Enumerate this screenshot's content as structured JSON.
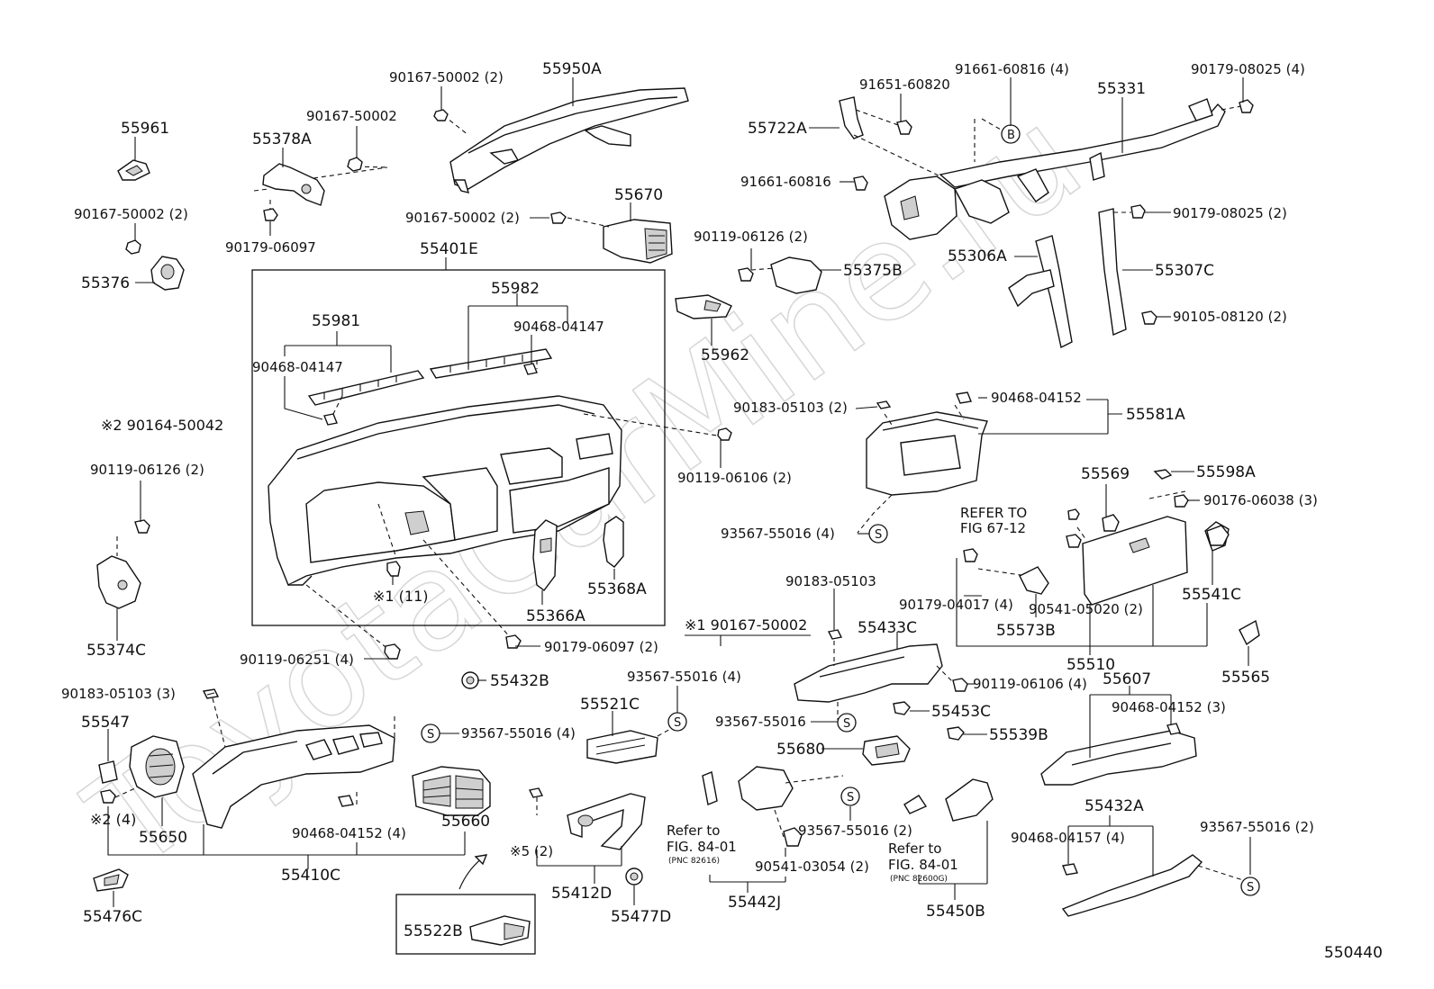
{
  "page": {
    "figure_number": "550440",
    "watermark": "ToyotaCarMine.ru"
  },
  "labels": {
    "p55961": "55961",
    "p90167_50002_2a": "90167-50002 (2)",
    "p55376": "55376",
    "p55378A": "55378A",
    "p90167_50002a": "90167-50002",
    "p90179_06097a": "90179-06097",
    "p90167_50002_2b": "90167-50002 (2)",
    "p55950A": "55950A",
    "p90167_50002_2c": "90167-50002 (2)",
    "p55670": "55670",
    "p55401E": "55401E",
    "p55982": "55982",
    "p55981": "55981",
    "p90468_04147a": "90468-04147",
    "p90468_04147b": "90468-04147",
    "p91651_60820": "91651-60820",
    "p91661_60816_4": "91661-60816 (4)",
    "p55331": "55331",
    "p90179_08025_4": "90179-08025 (4)",
    "p55722A": "55722A",
    "p91661_60816": "91661-60816",
    "p90179_08025_2": "90179-08025 (2)",
    "p55306A": "55306A",
    "p55307C": "55307C",
    "p90105_08120_2": "90105-08120 (2)",
    "p90119_06126_2a": "90119-06126 (2)",
    "p55375B": "55375B",
    "p55962": "55962",
    "p90164_50042": "※2 90164-50042",
    "p90119_06126_2b": "90119-06126 (2)",
    "p55374C": "55374C",
    "p90183_05103_2": "90183-05103 (2)",
    "p90468_04152a": "90468-04152",
    "p55581A": "55581A",
    "p90119_06106_2": "90119-06106 (2)",
    "p93567_55016_4a": "93567-55016 (4)",
    "p55569": "55569",
    "p55598A": "55598A",
    "p90176_06038_3": "90176-06038 (3)",
    "p_refer_67_1": "REFER TO",
    "p_refer_67_2": "FIG 67-12",
    "p55366A": "55366A",
    "p55368A": "55368A",
    "p_mark1_11": "※1 (11)",
    "p90183_05103": "90183-05103",
    "p90179_04017_4": "90179-04017 (4)",
    "p90541_05020_2": "90541-05020 (2)",
    "p55541C": "55541C",
    "p55573B": "55573B",
    "p55510": "55510",
    "p55565": "55565",
    "p_mark1_90167": "※1 90167-50002",
    "p55433C": "55433C",
    "p90119_06251_4": "90119-06251 (4)",
    "p90179_06097_2": "90179-06097 (2)",
    "p55432B": "55432B",
    "p93567_55016_4b": "93567-55016 (4)",
    "p90119_06106_4": "90119-06106 (4)",
    "p55607": "55607",
    "p90468_04152_3": "90468-04152 (3)",
    "p90183_05103_3": "90183-05103 (3)",
    "p55521C": "55521C",
    "p93567_55016a": "93567-55016",
    "p55453C": "55453C",
    "p55547": "55547",
    "p93567_55016_4c": "93567-55016 (4)",
    "p55680": "55680",
    "p55539B": "55539B",
    "p_mark2_4": "※2 (4)",
    "p55650": "55650",
    "p90468_04152_4": "90468-04152 (4)",
    "p55660": "55660",
    "p_mark5_2": "※5 (2)",
    "p_refer_84_1a": "Refer to",
    "p_refer_84_2a": "FIG. 84-01",
    "p_refer_84_3a": "(PNC 82616)",
    "p93567_55016_2a": "93567-55016 (2)",
    "p90541_03054_2": "90541-03054 (2)",
    "p_refer_84_1b": "Refer to",
    "p_refer_84_2b": "FIG. 84-01",
    "p_refer_84_3b": "(PNC 82600G)",
    "p55432A": "55432A",
    "p90468_04157_4": "90468-04157 (4)",
    "p93567_55016_2b": "93567-55016 (2)",
    "p55410C": "55410C",
    "p55476C": "55476C",
    "p55412D": "55412D",
    "p55477D": "55477D",
    "p55442J": "55442J",
    "p55450B": "55450B",
    "p55522B": "55522B",
    "s_symbol": "S",
    "b_symbol": "B"
  }
}
